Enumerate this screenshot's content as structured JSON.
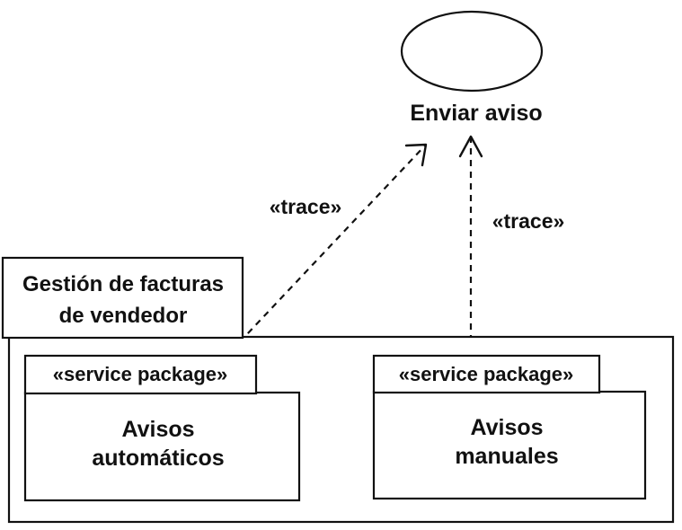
{
  "use_case": {
    "name": "Enviar aviso"
  },
  "subsystem": {
    "title_line1": "Gestión de facturas",
    "title_line2": "de vendedor"
  },
  "packages": [
    {
      "stereotype": "«service package»",
      "name_line1": "Avisos",
      "name_line2": "automáticos"
    },
    {
      "stereotype": "«service package»",
      "name_line1": "Avisos",
      "name_line2": "manuales"
    }
  ],
  "dependencies": [
    {
      "label": "«trace»",
      "from": "Avisos automáticos",
      "to": "Enviar aviso"
    },
    {
      "label": "«trace»",
      "from": "Avisos manuales",
      "to": "Enviar aviso"
    }
  ]
}
